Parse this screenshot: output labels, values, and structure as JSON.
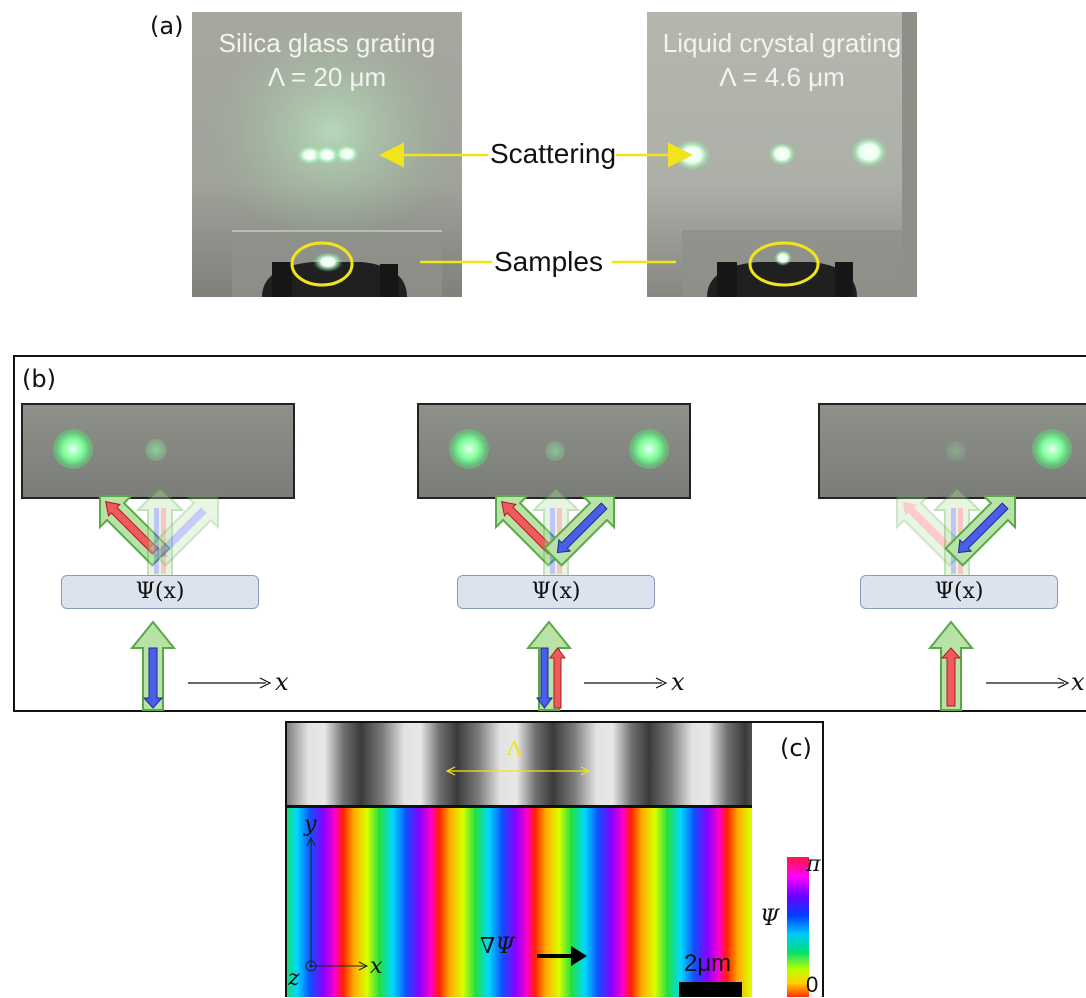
{
  "panel_a": {
    "label": "(a)",
    "left_photo": {
      "title": "Silica glass grating",
      "period": "Λ = 20 μm"
    },
    "right_photo": {
      "title": "Liquid crystal grating",
      "period": "Λ = 4.6 μm"
    },
    "annotation_scattering": "Scattering",
    "annotation_samples": "Samples",
    "colors": {
      "annotation_yellow": "#f2e41c",
      "laser_green": "#7dff9a"
    }
  },
  "panel_b": {
    "label": "(b)",
    "operator_label": "Ψ(x)",
    "axis_label": "x",
    "colors": {
      "arrow_green_fill": "#b9e3a6",
      "arrow_green_stroke": "#5aa84a",
      "red": "#f05a5a",
      "blue": "#4a5ee8",
      "box_fill": "#dde3ee"
    }
  },
  "panel_c": {
    "label": "(c)",
    "period_label": "Λ",
    "gradient_label": "∇Ψ",
    "scale_bar": "2μm",
    "colorbar_top": "π",
    "colorbar_bottom": "0",
    "colorbar_title": "Ψ",
    "axis_y": "y",
    "axis_x": "x",
    "axis_z": "z"
  }
}
